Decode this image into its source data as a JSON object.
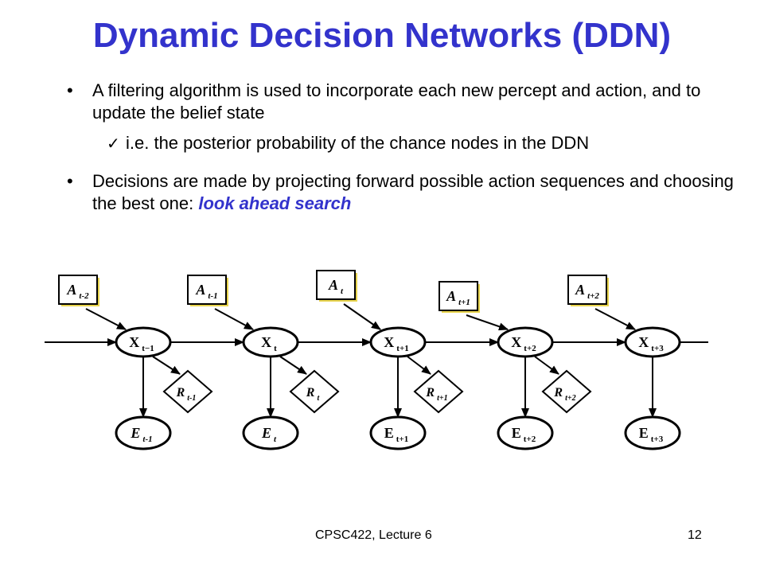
{
  "slide": {
    "title": "Dynamic Decision Networks (DDN)",
    "bullets": [
      {
        "text": "A filtering algorithm is used to incorporate each new percept and action, and to update the belief state",
        "sub": "i.e. the posterior probability of the chance nodes in the DDN"
      },
      {
        "text_before": "Decisions are made by projecting forward possible action sequences and choosing the best one: ",
        "emphasis": "look ahead search"
      }
    ],
    "bullet_symbol": "•",
    "check_symbol": "✓"
  },
  "diagram": {
    "actions": [
      {
        "base": "A",
        "sub": "t-2"
      },
      {
        "base": "A",
        "sub": "t-1"
      },
      {
        "base": "A",
        "sub": "t"
      },
      {
        "base": "A",
        "sub": "t+1"
      },
      {
        "base": "A",
        "sub": "t+2"
      }
    ],
    "states": [
      {
        "base": "X",
        "sub": "t−1"
      },
      {
        "base": "X",
        "sub": "t"
      },
      {
        "base": "X",
        "sub": "t+1"
      },
      {
        "base": "X",
        "sub": "t+2"
      },
      {
        "base": "X",
        "sub": "t+3"
      }
    ],
    "rewards": [
      {
        "base": "R",
        "sub": "t-1"
      },
      {
        "base": "R",
        "sub": "t"
      },
      {
        "base": "R",
        "sub": "t+1"
      },
      {
        "base": "R",
        "sub": "t+2"
      }
    ],
    "evidence": [
      {
        "base": "E",
        "sub": "t-1"
      },
      {
        "base": "E",
        "sub": "t"
      },
      {
        "base": "E",
        "sub": "t+1"
      },
      {
        "base": "E",
        "sub": "t+2"
      },
      {
        "base": "E",
        "sub": "t+3"
      }
    ]
  },
  "footer": {
    "course": "CPSC422, Lecture 6",
    "page": "12"
  },
  "colors": {
    "title": "#3333cc",
    "emphasis": "#3333cc",
    "action_shadow": "#e8d44d"
  }
}
